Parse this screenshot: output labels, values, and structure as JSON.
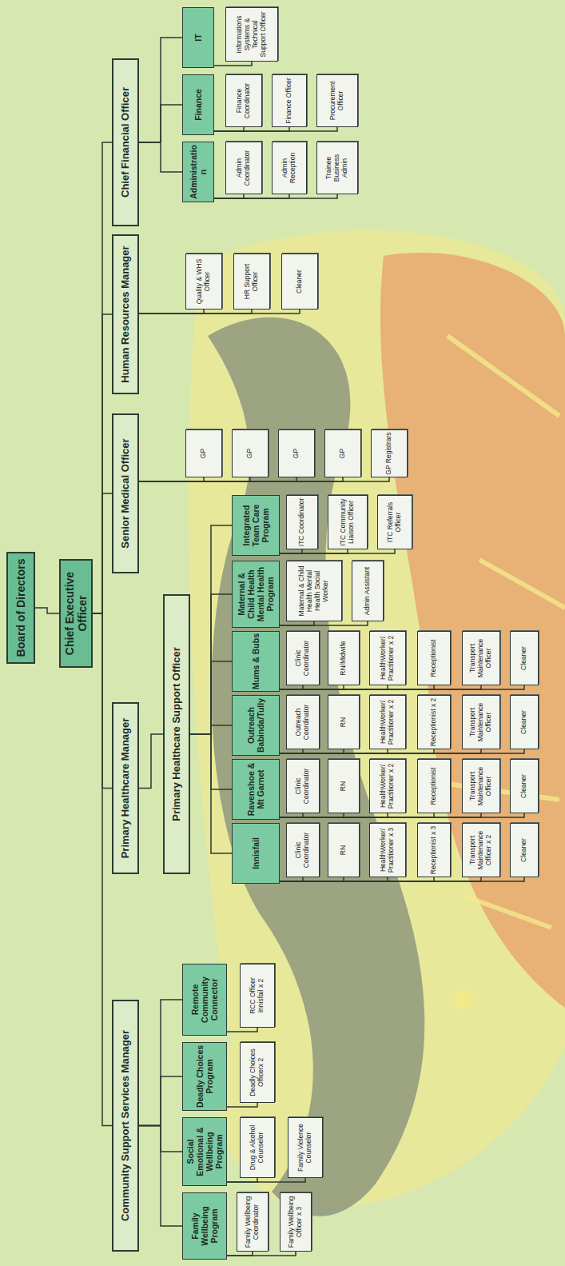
{
  "diagram": {
    "nodes": [
      {
        "text": [
          "Board of Directors"
        ]
      },
      {
        "text": [
          "Chief Executive Officer"
        ]
      },
      {
        "text": [
          "Community Support Services Manager"
        ]
      },
      {
        "text": [
          "Primary Healthcare Manager"
        ]
      },
      {
        "text": [
          "Senior Medical Officer"
        ]
      },
      {
        "text": [
          "Human Resources Manager"
        ]
      },
      {
        "text": [
          "Chief Financial Officer"
        ]
      },
      {
        "text": [
          "Family Wellbeing Program"
        ]
      },
      {
        "text": [
          "Family Wellbeing Coordinator"
        ]
      },
      {
        "text": [
          "Family Wellbeing Officer x 3"
        ]
      },
      {
        "text": [
          "Social Emotional & Wellbeing Program"
        ]
      },
      {
        "text": [
          "Drug & Alcohol Counselor"
        ]
      },
      {
        "text": [
          "Family Violence Counselor"
        ]
      },
      {
        "text": [
          "Deadly Choices Program"
        ]
      },
      {
        "text": [
          "Deadly Choices Officerx 2"
        ]
      },
      {
        "text": [
          "Remote Community Connector"
        ]
      },
      {
        "text": [
          "RCC Officer Innisfail x 2"
        ]
      },
      {
        "text": [
          "Primary Healthcare Support Officer"
        ]
      },
      {
        "text": [
          "Innisfail"
        ]
      },
      {
        "text": [
          "Clinic Coordinator"
        ]
      },
      {
        "text": [
          "RN"
        ]
      },
      {
        "text": [
          "HealthWorker/ Practitioner x 3"
        ]
      },
      {
        "text": [
          "Receptionist x 3"
        ]
      },
      {
        "text": [
          "Transport Maintenance Officer x 2"
        ]
      },
      {
        "text": [
          "Cleaner"
        ]
      },
      {
        "text": [
          "Ravenshoe & Mt Garnet"
        ]
      },
      {
        "text": [
          "Clinic Coordinator"
        ]
      },
      {
        "text": [
          "RN"
        ]
      },
      {
        "text": [
          "HealthWorker/ Practitioner x 2"
        ]
      },
      {
        "text": [
          "Receptionist"
        ]
      },
      {
        "text": [
          "Transport Maintenance Officer"
        ]
      },
      {
        "text": [
          "Cleaner"
        ]
      },
      {
        "text": [
          "Outreach Babinda/Tully"
        ]
      },
      {
        "text": [
          "Outreach Coordinator"
        ]
      },
      {
        "text": [
          "RN"
        ]
      },
      {
        "text": [
          "HealthWorker/ Practitioner x 2"
        ]
      },
      {
        "text": [
          "Receptionist x 2"
        ]
      },
      {
        "text": [
          "Transport Maintenance Officer"
        ]
      },
      {
        "text": [
          "Cleaner"
        ]
      },
      {
        "text": [
          "Mums & Bubs"
        ]
      },
      {
        "text": [
          "Clinic Coordinator"
        ]
      },
      {
        "text": [
          "RN/Midwife"
        ]
      },
      {
        "text": [
          "HealthWorker/ Practitioner x 2"
        ]
      },
      {
        "text": [
          "Receptionist"
        ]
      },
      {
        "text": [
          "Transport Maintenance Officer"
        ]
      },
      {
        "text": [
          "Cleaner"
        ]
      },
      {
        "text": [
          "Maternal & Child Health Mental Health Program"
        ]
      },
      {
        "text": [
          "Maternal & Child Health Mental Health Social Worker"
        ]
      },
      {
        "text": [
          "Admin Assistant"
        ]
      },
      {
        "text": [
          "Integrated Team Care Program"
        ]
      },
      {
        "text": [
          "ITC Coordinator"
        ]
      },
      {
        "text": [
          "ITC Community Liaison Officer"
        ]
      },
      {
        "text": [
          "ITC Referrals Officer"
        ]
      },
      {
        "text": [
          "GP"
        ]
      },
      {
        "text": [
          "GP"
        ]
      },
      {
        "text": [
          "GP"
        ]
      },
      {
        "text": [
          "GP"
        ]
      },
      {
        "text": [
          "GP Registrars"
        ]
      },
      {
        "text": [
          "Quality & WHS Officer"
        ]
      },
      {
        "text": [
          "HR Support Officer"
        ]
      },
      {
        "text": [
          "Cleaner"
        ]
      },
      {
        "text": [
          "Administration"
        ]
      },
      {
        "text": [
          "Admin Coordinator"
        ]
      },
      {
        "text": [
          "Admin Reception"
        ]
      },
      {
        "text": [
          "Trainee Business Admin"
        ]
      },
      {
        "text": [
          "Finance"
        ]
      },
      {
        "text": [
          "Finance Coordinator"
        ]
      },
      {
        "text": [
          "Finance Officer"
        ]
      },
      {
        "text": [
          "Procurement Officer"
        ]
      },
      {
        "text": [
          "IT"
        ]
      },
      {
        "text": [
          "Informations Systems & Technical Support Officer"
        ]
      }
    ],
    "edges": [
      {
        "from": 0,
        "to": 1,
        "arrow": "none"
      },
      {
        "from": 1,
        "to": 2,
        "arrow": "none"
      },
      {
        "from": 1,
        "to": 3,
        "arrow": "none"
      },
      {
        "from": 1,
        "to": 4,
        "arrow": "none"
      },
      {
        "from": 1,
        "to": 5,
        "arrow": "none"
      },
      {
        "from": 1,
        "to": 6,
        "arrow": "none"
      },
      {
        "from": 2,
        "to": 7,
        "arrow": "none"
      },
      {
        "from": 7,
        "to": 8,
        "arrow": "none"
      },
      {
        "from": 7,
        "to": 9,
        "arrow": "none"
      },
      {
        "from": 2,
        "to": 10,
        "arrow": "none"
      },
      {
        "from": 10,
        "to": 11,
        "arrow": "none"
      },
      {
        "from": 10,
        "to": 12,
        "arrow": "none"
      },
      {
        "from": 2,
        "to": 13,
        "arrow": "none"
      },
      {
        "from": 13,
        "to": 14,
        "arrow": "none"
      },
      {
        "from": 2,
        "to": 15,
        "arrow": "none"
      },
      {
        "from": 15,
        "to": 16,
        "arrow": "none"
      },
      {
        "from": 3,
        "to": 17,
        "arrow": "none"
      },
      {
        "from": 17,
        "to": 18,
        "arrow": "none"
      },
      {
        "from": 18,
        "to": 19,
        "arrow": "none"
      },
      {
        "from": 18,
        "to": 20,
        "arrow": "none"
      },
      {
        "from": 18,
        "to": 21,
        "arrow": "none"
      },
      {
        "from": 18,
        "to": 22,
        "arrow": "none"
      },
      {
        "from": 18,
        "to": 23,
        "arrow": "none"
      },
      {
        "from": 18,
        "to": 24,
        "arrow": "none"
      },
      {
        "from": 17,
        "to": 25,
        "arrow": "none"
      },
      {
        "from": 25,
        "to": 26,
        "arrow": "none"
      },
      {
        "from": 25,
        "to": 27,
        "arrow": "none"
      },
      {
        "from": 25,
        "to": 28,
        "arrow": "none"
      },
      {
        "from": 25,
        "to": 29,
        "arrow": "none"
      },
      {
        "from": 25,
        "to": 30,
        "arrow": "none"
      },
      {
        "from": 25,
        "to": 31,
        "arrow": "none"
      },
      {
        "from": 17,
        "to": 32,
        "arrow": "none"
      },
      {
        "from": 32,
        "to": 33,
        "arrow": "none"
      },
      {
        "from": 32,
        "to": 34,
        "arrow": "none"
      },
      {
        "from": 32,
        "to": 35,
        "arrow": "none"
      },
      {
        "from": 32,
        "to": 36,
        "arrow": "none"
      },
      {
        "from": 32,
        "to": 37,
        "arrow": "none"
      },
      {
        "from": 32,
        "to": 38,
        "arrow": "none"
      },
      {
        "from": 17,
        "to": 39,
        "arrow": "none"
      },
      {
        "from": 39,
        "to": 40,
        "arrow": "none"
      },
      {
        "from": 39,
        "to": 41,
        "arrow": "none"
      },
      {
        "from": 39,
        "to": 42,
        "arrow": "none"
      },
      {
        "from": 39,
        "to": 43,
        "arrow": "none"
      },
      {
        "from": 39,
        "to": 44,
        "arrow": "none"
      },
      {
        "from": 39,
        "to": 45,
        "arrow": "none"
      },
      {
        "from": 17,
        "to": 46,
        "arrow": "none"
      },
      {
        "from": 46,
        "to": 47,
        "arrow": "none"
      },
      {
        "from": 46,
        "to": 48,
        "arrow": "none"
      },
      {
        "from": 17,
        "to": 49,
        "arrow": "none"
      },
      {
        "from": 49,
        "to": 50,
        "arrow": "none"
      },
      {
        "from": 49,
        "to": 51,
        "arrow": "none"
      },
      {
        "from": 49,
        "to": 52,
        "arrow": "none"
      },
      {
        "from": 4,
        "to": 53,
        "arrow": "none"
      },
      {
        "from": 4,
        "to": 54,
        "arrow": "none"
      },
      {
        "from": 4,
        "to": 55,
        "arrow": "none"
      },
      {
        "from": 4,
        "to": 56,
        "arrow": "none"
      },
      {
        "from": 4,
        "to": 57,
        "arrow": "none"
      },
      {
        "from": 5,
        "to": 58,
        "arrow": "none"
      },
      {
        "from": 5,
        "to": 59,
        "arrow": "none"
      },
      {
        "from": 5,
        "to": 60,
        "arrow": "none"
      },
      {
        "from": 6,
        "to": 61,
        "arrow": "none"
      },
      {
        "from": 61,
        "to": 62,
        "arrow": "none"
      },
      {
        "from": 61,
        "to": 63,
        "arrow": "none"
      },
      {
        "from": 61,
        "to": 64,
        "arrow": "none"
      },
      {
        "from": 6,
        "to": 65,
        "arrow": "none"
      },
      {
        "from": 65,
        "to": 66,
        "arrow": "none"
      },
      {
        "from": 65,
        "to": 67,
        "arrow": "none"
      },
      {
        "from": 65,
        "to": 68,
        "arrow": "none"
      },
      {
        "from": 6,
        "to": 69,
        "arrow": "none"
      },
      {
        "from": 69,
        "to": 70,
        "arrow": "none"
      }
    ]
  }
}
